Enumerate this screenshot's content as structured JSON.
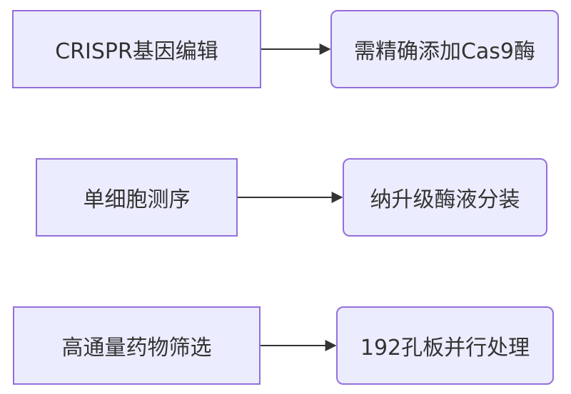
{
  "rows": [
    {
      "source": {
        "label": "CRISPR基因编辑"
      },
      "target": {
        "label": "需精确添加Cas9酶"
      }
    },
    {
      "source": {
        "label": "单细胞测序"
      },
      "target": {
        "label": "纳升级酶液分装"
      }
    },
    {
      "source": {
        "label": "高通量药物筛选"
      },
      "target": {
        "label": "192孔板并行处理"
      }
    }
  ],
  "colors": {
    "node_fill": "#ECECFF",
    "node_border": "#9370DB",
    "text": "#333333",
    "edge": "#333333"
  }
}
